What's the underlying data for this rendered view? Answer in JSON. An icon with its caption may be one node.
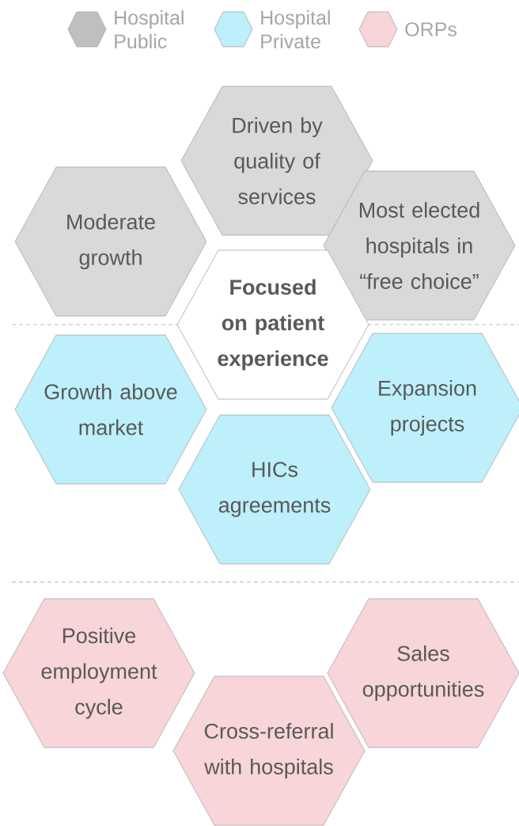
{
  "diagram": {
    "nodes": [
      {
        "text": [
          "Driven by quality of services"
        ]
      },
      {
        "text": [
          "Moderate growth"
        ]
      },
      {
        "text": [
          "Most elected hospitals in “free choice”"
        ]
      },
      {
        "text": [
          "Focused on patient experience"
        ]
      },
      {
        "text": [
          "Growth above market"
        ]
      },
      {
        "text": [
          "Expansion projects"
        ]
      },
      {
        "text": [
          "HICs agreements"
        ]
      },
      {
        "text": [
          "Positive employment cycle"
        ]
      },
      {
        "text": [
          "Sales opportunities"
        ]
      },
      {
        "text": [
          "Cross-referral with hospitals"
        ]
      }
    ],
    "legend": [
      {
        "text": "Hospital Public",
        "color": "#bfbfbf"
      },
      {
        "text": "Hospital Private",
        "color": "#bdf0fb"
      },
      {
        "text": "ORPs",
        "color": "#f8d5d8"
      }
    ]
  }
}
